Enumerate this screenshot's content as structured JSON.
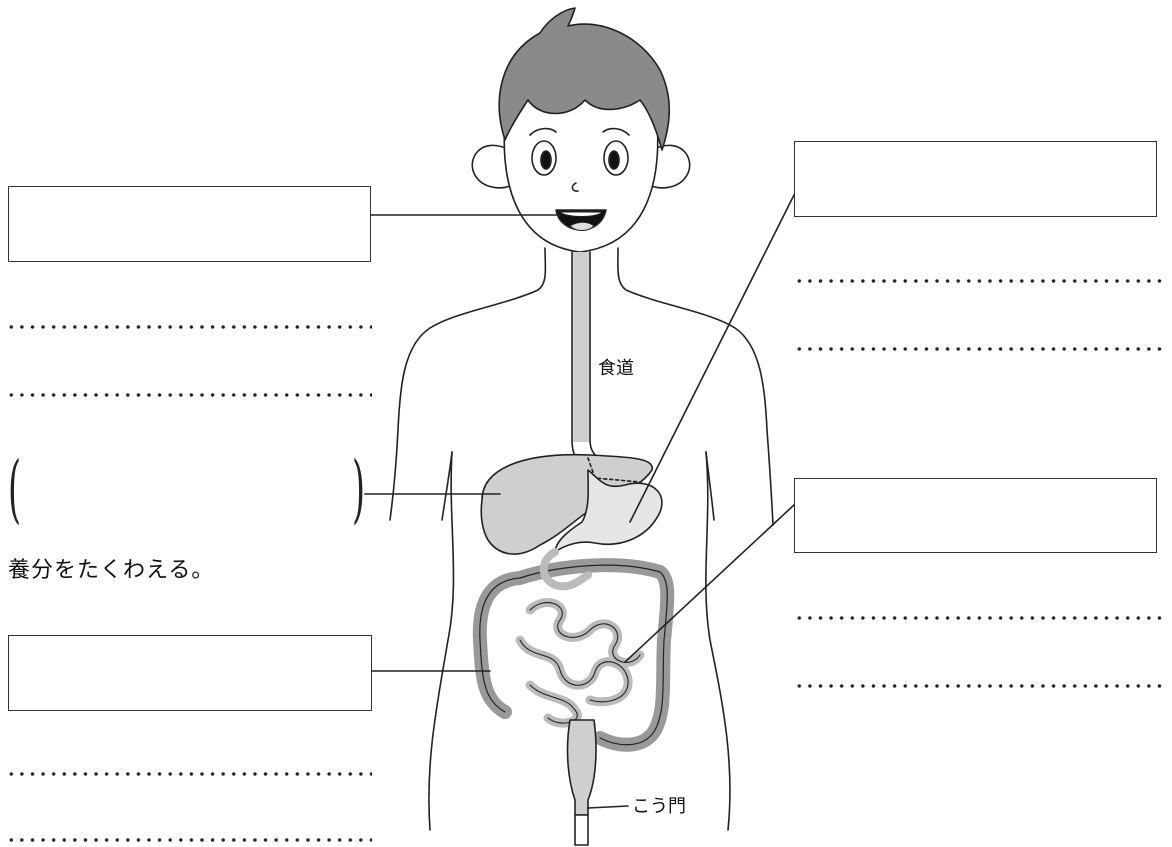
{
  "labels": {
    "esophagus": "食道",
    "anus": "こう門"
  },
  "left_panel": {
    "liver_note": "養分をたくわえる。"
  },
  "colors": {
    "line": "#222222",
    "hair": "#8a8a8a",
    "organ": "#cfcfcf",
    "organ_light": "#e6e6e6",
    "mouth": "#111111"
  }
}
